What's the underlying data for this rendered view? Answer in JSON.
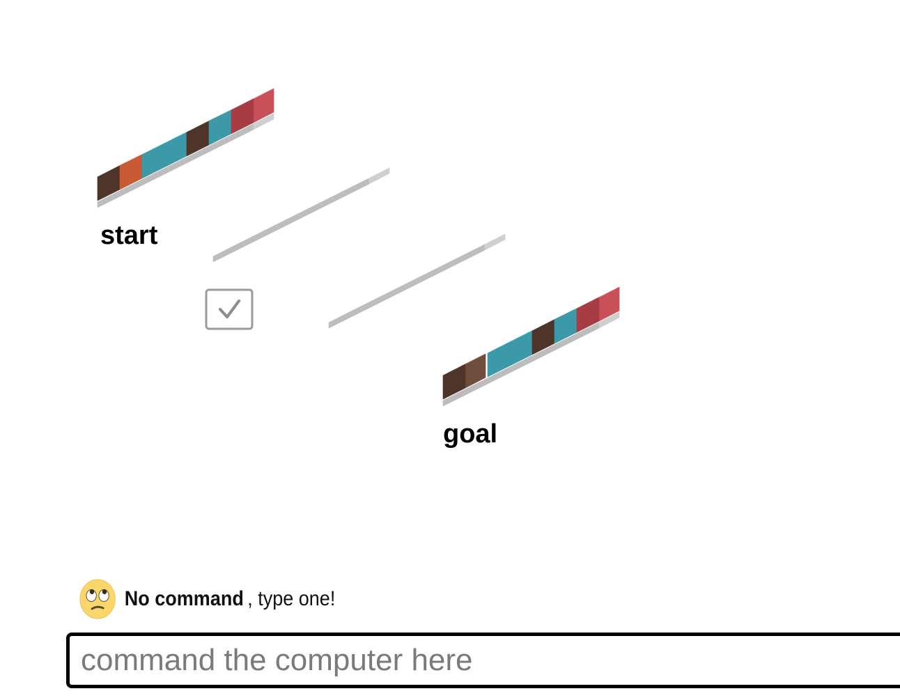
{
  "labels": {
    "start": "start",
    "goal": "goal"
  },
  "stacks": {
    "start": [
      "brown",
      "orange",
      "cyan",
      "cyan",
      "brown",
      "cyan",
      "red"
    ],
    "goal_loose": [
      "brown"
    ],
    "goal": [
      "cyan",
      "cyan",
      "brown",
      "cyan",
      "red"
    ]
  },
  "empty_tracks": 2,
  "check_icon": "checkmark-icon",
  "status": {
    "emoji": "face-with-rolling-eyes-icon",
    "strong": "No command",
    "rest": ", type one!"
  },
  "command": {
    "placeholder": "command the computer here",
    "value": ""
  },
  "colors": {
    "brown": [
      "#8a6450",
      "#6e4d3d",
      "#4f3529"
    ],
    "orange": [
      "#eea58f",
      "#e57a56",
      "#c85a35"
    ],
    "cyan": [
      "#6ee2f5",
      "#4fb8c9",
      "#3c99a8"
    ],
    "red": [
      "#d57e83",
      "#c85058",
      "#a73c44"
    ],
    "track": [
      "#e3e3e3",
      "#cfcfcf",
      "#bdbdbd"
    ]
  }
}
